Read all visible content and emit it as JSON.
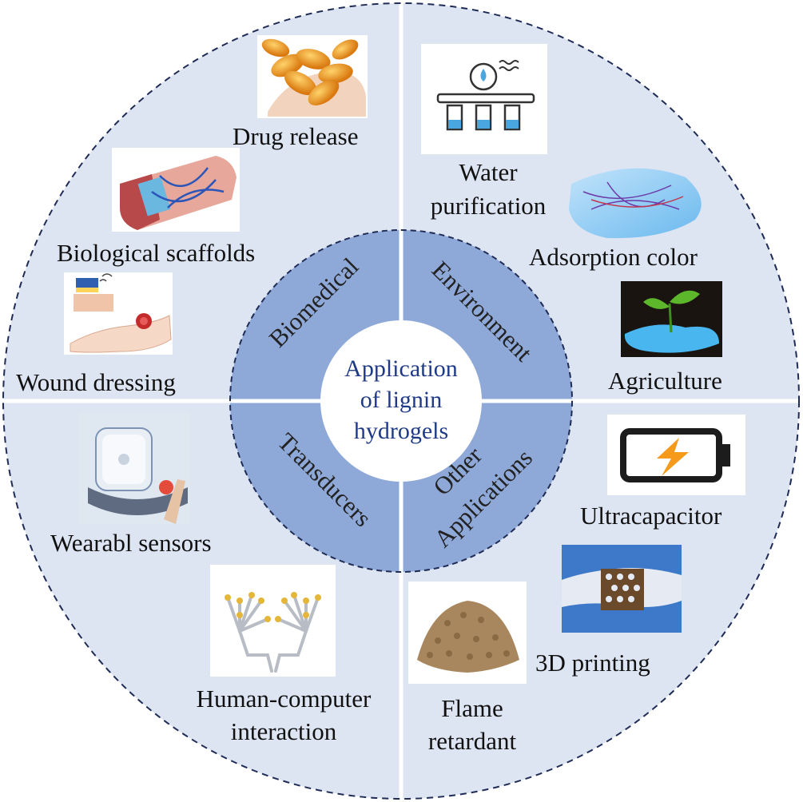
{
  "center": {
    "lines": [
      "Application",
      "of lignin",
      "hydrogels"
    ]
  },
  "sectors": {
    "biomedical": "Biomedical",
    "environment": "Environment",
    "transducers": "Transducers",
    "other_line1": "Other",
    "other_line2": "Applications"
  },
  "applications": {
    "drug_release": "Drug release",
    "biological_scaffolds": "Biological scaffolds",
    "wound_dressing": "Wound dressing",
    "water_purification_1": "Water",
    "water_purification_2": "purification",
    "adsorption_color": "Adsorption color",
    "agriculture": "Agriculture",
    "wearable_sensors": "Wearabl sensors",
    "hci_1": "Human-computer",
    "hci_2": "interaction",
    "ultracapacitor": "Ultracapacitor",
    "printing_3d": "3D printing",
    "flame_1": "Flame",
    "flame_2": "retardant"
  },
  "colors": {
    "outer_ring": "#dde4f2",
    "inner_ring": "#8ea8d8",
    "center_text": "#1f3b87",
    "battery_bolt": "#f59a1b"
  }
}
